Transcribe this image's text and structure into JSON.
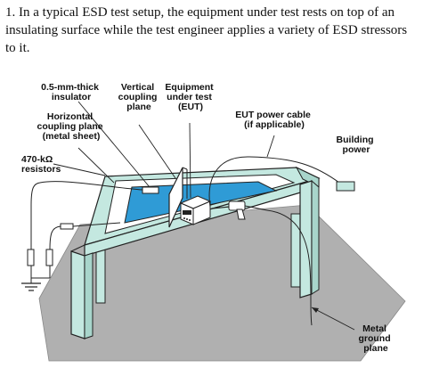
{
  "caption": "1. In a typical ESD test setup, the equipment under test rests on top of an insulating surface while the test engineer applies a variety of ESD stressors to it.",
  "labels": {
    "insulator": [
      "0.5-mm-thick",
      "insulator"
    ],
    "vcp": [
      "Vertical",
      "coupling",
      "plane"
    ],
    "eut": [
      "Equipment",
      "under test",
      "(EUT)"
    ],
    "hcp": [
      "Horizontal",
      "coupling plane",
      "(metal sheet)"
    ],
    "cable": [
      "EUT power cable",
      "(if applicable)"
    ],
    "power": [
      "Building",
      "power"
    ],
    "resistors": [
      "470-kΩ",
      "resistors"
    ],
    "ground": [
      "Metal",
      "ground",
      "plane"
    ]
  },
  "colors": {
    "ground": "#b0b0b0",
    "table": "#c4e8e0",
    "insulator": "#2f9bd6",
    "outline": "#222222"
  }
}
